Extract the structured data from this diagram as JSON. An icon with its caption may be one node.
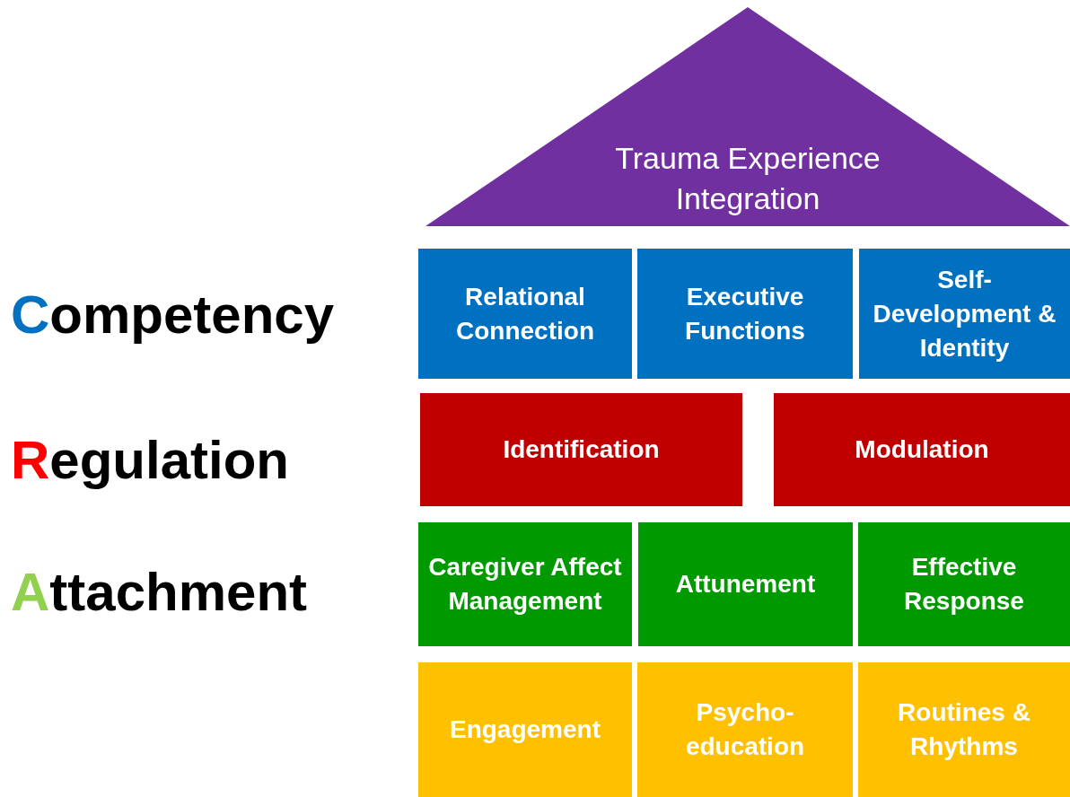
{
  "diagram": {
    "nodes": [
      {
        "text": [
          "Trauma Experience Integration"
        ]
      },
      {
        "text": [
          "Relational Connection"
        ]
      },
      {
        "text": [
          "Executive Functions"
        ]
      },
      {
        "text": [
          "Self-Development & Identity"
        ]
      },
      {
        "text": [
          "Identification"
        ]
      },
      {
        "text": [
          "Modulation"
        ]
      },
      {
        "text": [
          "Caregiver Affect Management"
        ]
      },
      {
        "text": [
          "Attunement"
        ]
      },
      {
        "text": [
          "Effective Response"
        ]
      },
      {
        "text": [
          "Engagement"
        ]
      },
      {
        "text": [
          "Psycho-education"
        ]
      },
      {
        "text": [
          "Routines & Rhythms"
        ]
      }
    ],
    "labels": [
      "Competency",
      "Regulation",
      "Attachment"
    ]
  }
}
